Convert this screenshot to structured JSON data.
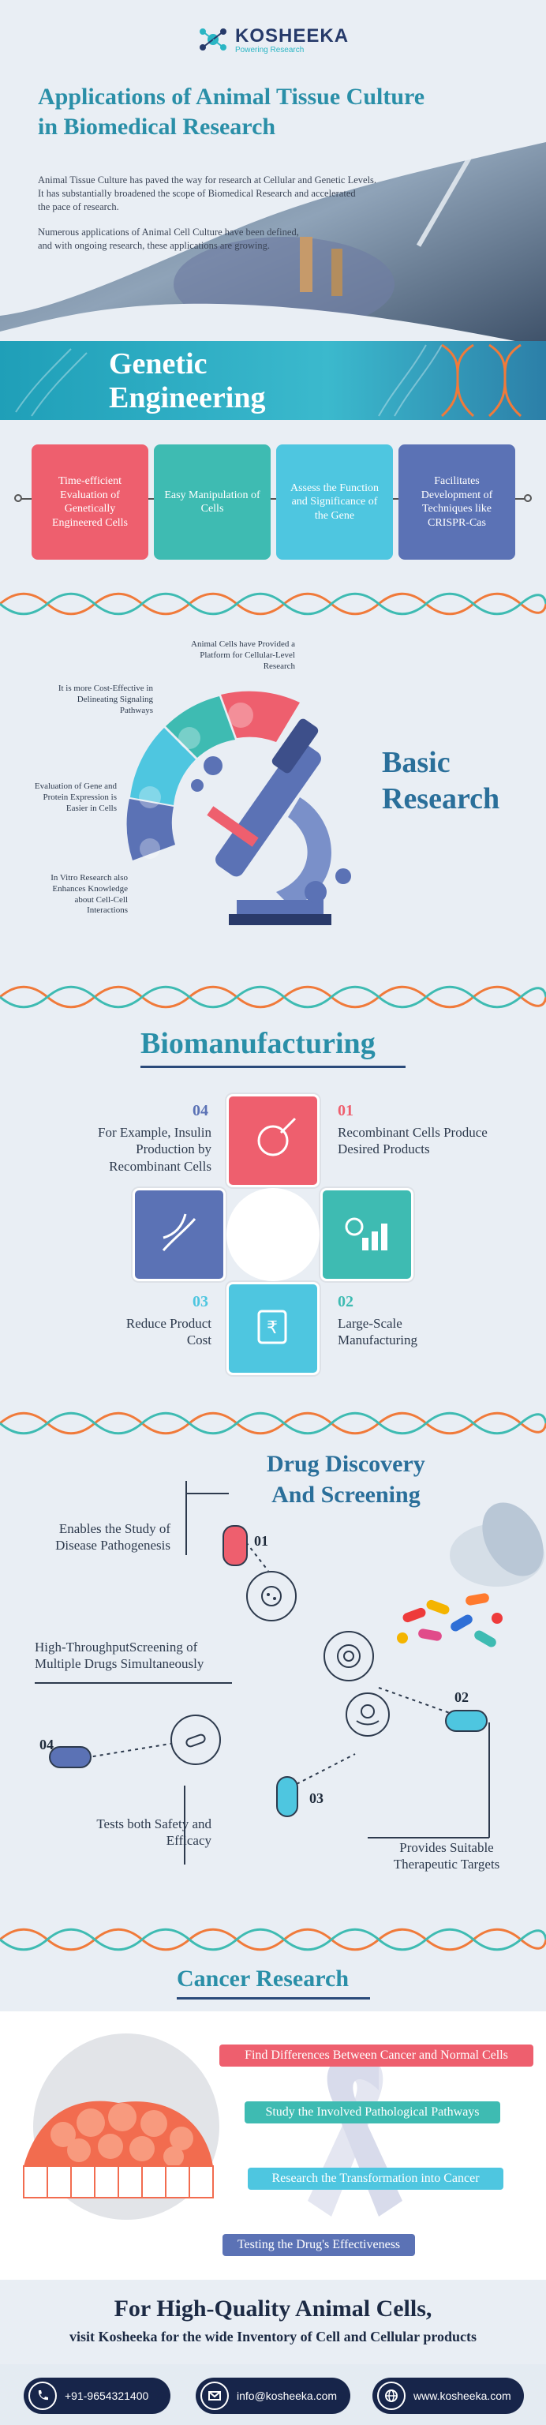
{
  "brand": {
    "name": "KOSHEEKA",
    "tagline": "Powering Research"
  },
  "header": {
    "title_line1": "Applications of Animal Tissue Culture",
    "title_line2": "in Biomedical Research",
    "intro_p1_line1": "Animal Tissue Culture has paved the way for research at Cellular and Genetic Levels.",
    "intro_p1_line2": "It has substantially broadened the scope of Biomedical Research and accelerated",
    "intro_p1_line3": "the pace of research.",
    "intro_p2_line1": "Numerous applications of Animal Cell Culture have been defined,",
    "intro_p2_line2": "and with ongoing research, these applications are growing."
  },
  "genetic_engineering": {
    "title_line1": "Genetic",
    "title_line2": "Engineering",
    "items": [
      {
        "text": "Time-efficient Evaluation of Genetically Engineered Cells",
        "color": "#ee5f6e"
      },
      {
        "text": "Easy Manipulation of Cells",
        "color": "#3ebbb2"
      },
      {
        "text": "Assess the Function and Significance of the Gene",
        "color": "#4ec6e0"
      },
      {
        "text": "Facilitates Development of Techniques like CRISPR-Cas",
        "color": "#5b72b5"
      }
    ]
  },
  "basic_research": {
    "title_line1": "Basic",
    "title_line2": "Research",
    "notes": [
      "Animal Cells have Provided a Platform for Cellular-Level Research",
      "It is more Cost-Effective in Delineating Signaling Pathways",
      "Evaluation of Gene and Protein Expression is Easier in Cells",
      "In Vitro Research also Enhances Knowledge about Cell-Cell Interactions"
    ]
  },
  "biomanufacturing": {
    "title": "Biomanufacturing",
    "items": [
      {
        "num": "01",
        "text": "Recombinant Cells Produce Desired Products",
        "color": "#ee5f6e"
      },
      {
        "num": "02",
        "text": "Large-Scale Manufacturing",
        "color": "#3ebbb2"
      },
      {
        "num": "03",
        "text": "Reduce Product Cost",
        "color": "#4ec6e0"
      },
      {
        "num": "04",
        "text": "For Example, Insulin Production by Recombinant Cells",
        "color": "#5b72b5"
      }
    ]
  },
  "drug_discovery": {
    "title_line1": "Drug Discovery",
    "title_line2": "And Screening",
    "items": [
      {
        "num": "01",
        "text": "Enables the Study of Disease Pathogenesis"
      },
      {
        "num": "02",
        "text": "Provides Suitable Therapeutic Targets"
      },
      {
        "num": "03",
        "text": "Tests both Safety and Efficacy"
      },
      {
        "num": "04",
        "text": "High-ThroughputScreening of Multiple Drugs Simultaneously"
      }
    ]
  },
  "cancer_research": {
    "title": "Cancer Research",
    "items": [
      {
        "text": "Find Differences Between Cancer and Normal Cells",
        "color": "#ee5f6e"
      },
      {
        "text": "Study the Involved Pathological Pathways",
        "color": "#3ebbb2"
      },
      {
        "text": "Research the Transformation into Cancer",
        "color": "#4ec6e0"
      },
      {
        "text": "Testing the Drug's Effectiveness",
        "color": "#5b72b5"
      }
    ]
  },
  "footer": {
    "title": "For High-Quality Animal Cells,",
    "subtitle": "visit Kosheeka for the wide Inventory of Cell and Cellular products",
    "phone": "+91-9654321400",
    "email": "info@kosheeka.com",
    "website": "www.kosheeka.com"
  }
}
